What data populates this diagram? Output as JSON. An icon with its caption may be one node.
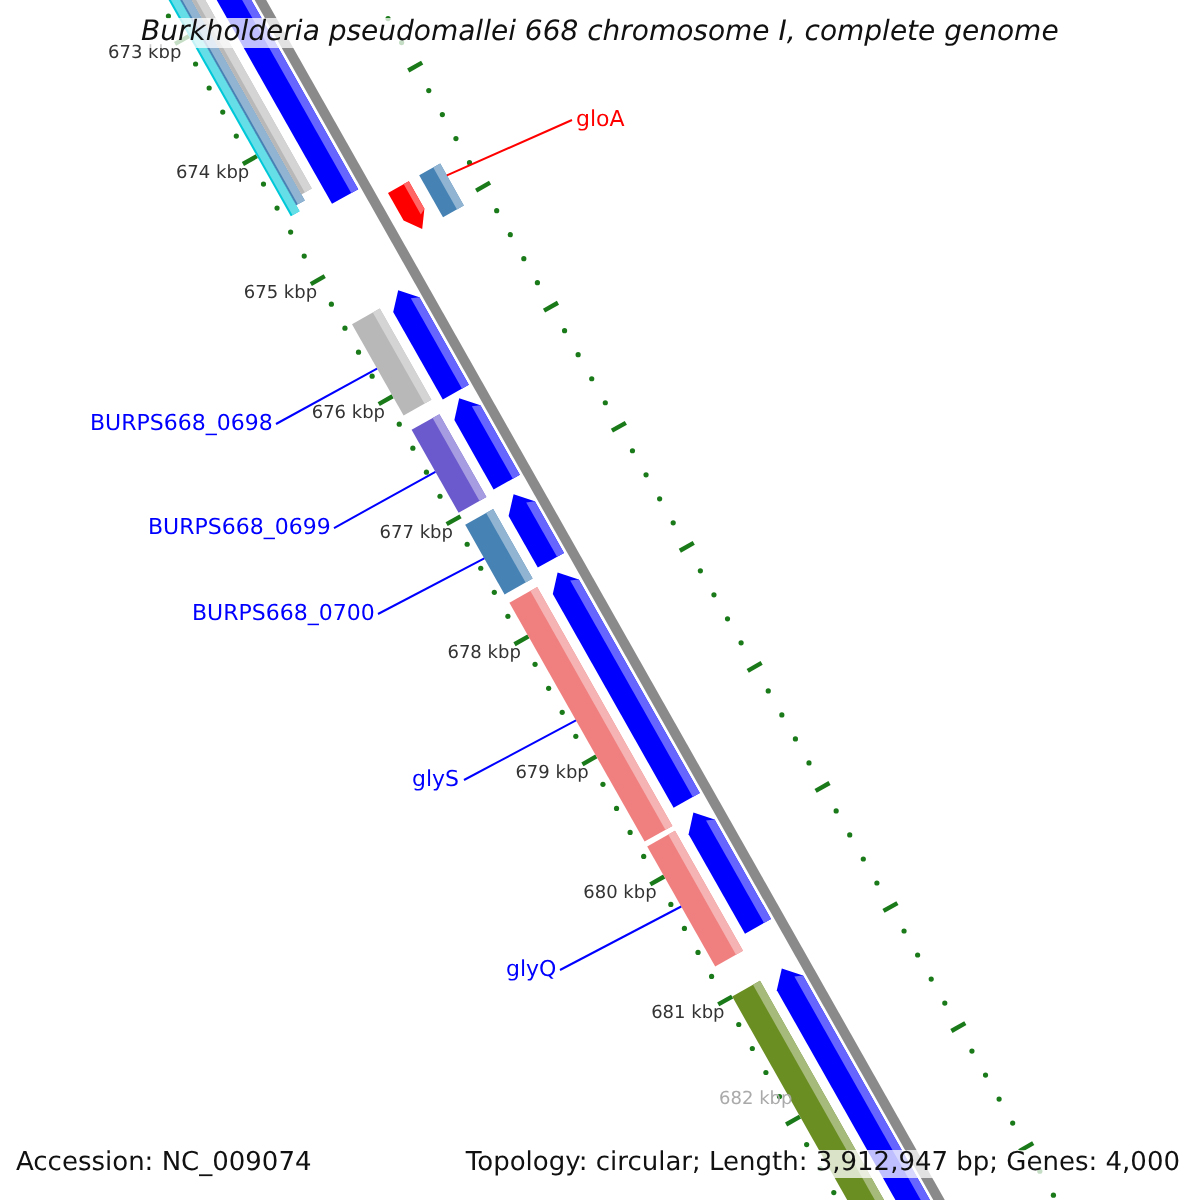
{
  "diagram": {
    "title": "Burkholderia pseudomallei 668 chromosome I, complete genome",
    "nodes": [
      {
        "text": [
          "gloA"
        ]
      },
      {
        "text": [],
        "shape": "bar"
      },
      {
        "text": [
          "BURPS668_0698"
        ]
      },
      {
        "text": [],
        "shape": "bar"
      },
      {
        "text": [
          "BURPS668_0699"
        ]
      },
      {
        "text": [],
        "shape": "bar"
      },
      {
        "text": [
          "BURPS668_0700"
        ]
      },
      {
        "text": [],
        "shape": "bar"
      },
      {
        "text": [
          "glyS"
        ]
      },
      {
        "text": [],
        "shape": "bar"
      },
      {
        "text": [
          "glyQ"
        ]
      },
      {
        "text": [],
        "shape": "bar"
      }
    ],
    "edges": [
      {
        "from": 0,
        "to": 1,
        "arrow": "none",
        "color": "#ff0000"
      },
      {
        "from": 2,
        "to": 3,
        "arrow": "none"
      },
      {
        "from": 4,
        "to": 5,
        "arrow": "none"
      },
      {
        "from": 6,
        "to": 7,
        "arrow": "none"
      },
      {
        "from": 8,
        "to": 9,
        "arrow": "none"
      },
      {
        "from": 10,
        "to": 11,
        "arrow": "none"
      }
    ],
    "labels": [
      "673 kbp",
      "674 kbp",
      "675 kbp",
      "676 kbp",
      "677 kbp",
      "678 kbp",
      "679 kbp",
      "680 kbp",
      "681 kbp",
      "682 kbp",
      "Accession: NC_009074",
      "Topology: circular; Length: 3,912,947 bp; Genes: 4,000"
    ]
  }
}
